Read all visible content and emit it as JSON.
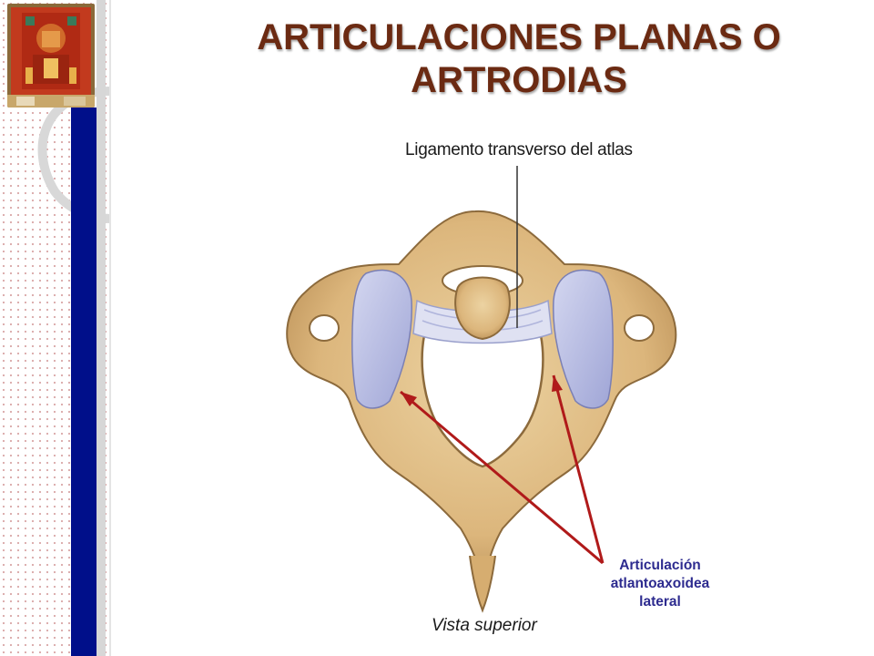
{
  "title": {
    "line1": "ARTICULACIONES PLANAS O",
    "line2": "ARTRODIAS"
  },
  "labels": {
    "ligament": "Ligamento transverso del atlas",
    "joint_line1": "Articulación",
    "joint_line2": "atlantoaxoidea",
    "joint_line3": "lateral",
    "view": "Vista superior"
  },
  "colors": {
    "title": "#6b2a12",
    "navy_bar": "#000f8a",
    "bone": "#e3c28b",
    "cartilage": "#b9bde4",
    "arrow": "#b01a1a",
    "joint_label": "#2d2b8f"
  },
  "icons": {
    "logo": "institution-logo-icon"
  }
}
